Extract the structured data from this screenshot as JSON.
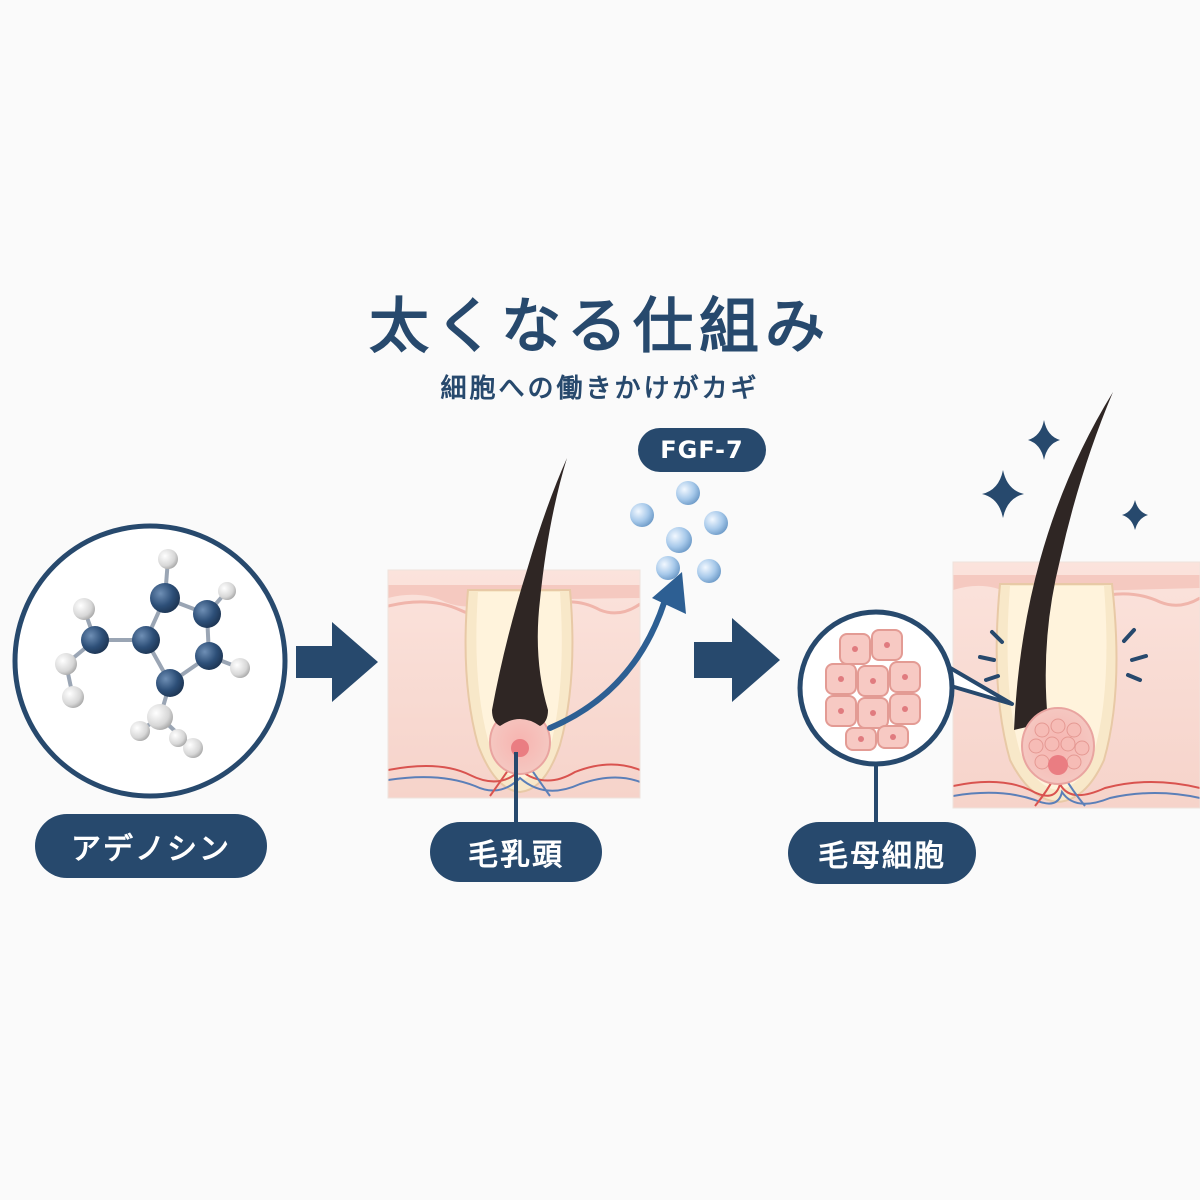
{
  "title": "太くなる仕組み",
  "subtitle": "細胞への働きかけがカギ",
  "labels": {
    "adenosine": "アデノシン",
    "papilla": "毛乳頭",
    "fgf7": "FGF-7",
    "matrix_cells": "毛母細胞"
  },
  "colors": {
    "navy": "#27496d",
    "skin": "#f9d7d0",
    "hair": "#2f2624",
    "bubble": "#8fb7dd"
  }
}
